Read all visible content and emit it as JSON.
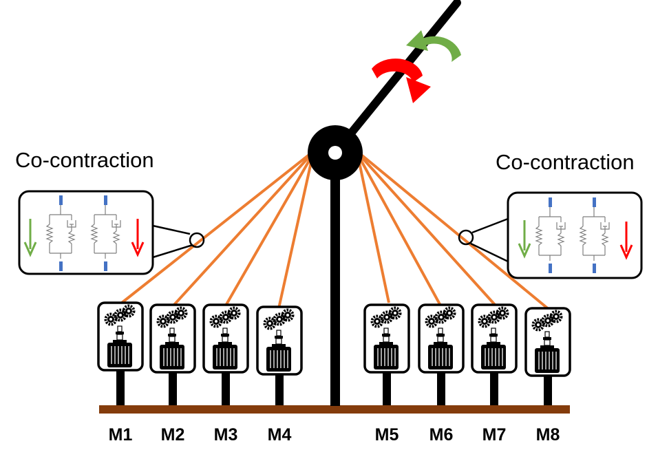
{
  "colors": {
    "tendon": "#ED7D31",
    "base": "#843C0C",
    "structure": "#000000",
    "rotate_green": "#70AD47",
    "rotate_red": "#FF0000",
    "spring_stroke": "#7F7F7F",
    "connector_blue": "#4472C4",
    "arrow_green": "#70AD47",
    "arrow_red": "#FF0000"
  },
  "labels": {
    "co_contraction_left": "Co-contraction",
    "co_contraction_right": "Co-contraction"
  },
  "motors": [
    {
      "label": "M1"
    },
    {
      "label": "M2"
    },
    {
      "label": "M3"
    },
    {
      "label": "M4"
    },
    {
      "label": "M5"
    },
    {
      "label": "M6"
    },
    {
      "label": "M7"
    },
    {
      "label": "M8"
    }
  ],
  "icons": {
    "joint": "pivot-joint-icon",
    "motor": "gear-motor-icon",
    "spring_model": "spring-damper-icon",
    "rotation_cw": "rotate-clockwise-icon",
    "rotation_ccw": "rotate-counterclockwise-icon"
  }
}
